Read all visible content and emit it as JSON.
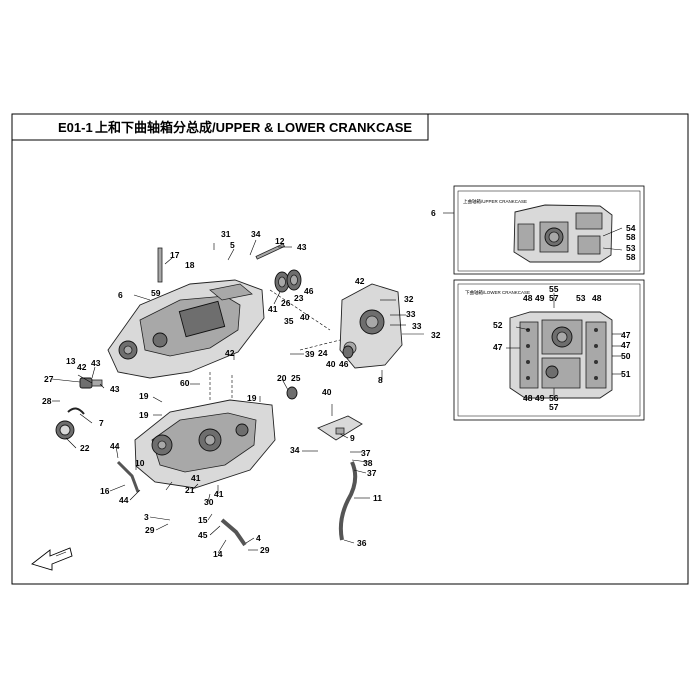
{
  "header": {
    "code": "E01-1",
    "title": "上和下曲轴箱分总成/UPPER & LOWER CRANKCASE"
  },
  "insets": {
    "upper": {
      "caption": "上曲轴箱/UPPER CRANKCASE"
    },
    "lower": {
      "caption": "下曲轴箱/LOWER CRANKCASE"
    }
  },
  "callouts": [
    {
      "id": "c6top",
      "label": "6"
    },
    {
      "id": "c54",
      "label": "54"
    },
    {
      "id": "c58a",
      "label": "58"
    },
    {
      "id": "c53a",
      "label": "53"
    },
    {
      "id": "c58b",
      "label": "58"
    },
    {
      "id": "c55",
      "label": "55"
    },
    {
      "id": "c57a",
      "label": "57"
    },
    {
      "id": "c48a",
      "label": "48"
    },
    {
      "id": "c49a",
      "label": "49"
    },
    {
      "id": "c53b",
      "label": "53"
    },
    {
      "id": "c48b",
      "label": "48"
    },
    {
      "id": "c52",
      "label": "52"
    },
    {
      "id": "c47a",
      "label": "47"
    },
    {
      "id": "c47b",
      "label": "47"
    },
    {
      "id": "c47c",
      "label": "47"
    },
    {
      "id": "c50",
      "label": "50"
    },
    {
      "id": "c51",
      "label": "51"
    },
    {
      "id": "c48c",
      "label": "48"
    },
    {
      "id": "c49b",
      "label": "49"
    },
    {
      "id": "c56",
      "label": "56"
    },
    {
      "id": "c57b",
      "label": "57"
    },
    {
      "id": "c31",
      "label": "31"
    },
    {
      "id": "c34a",
      "label": "34"
    },
    {
      "id": "c5",
      "label": "5"
    },
    {
      "id": "c12",
      "label": "12"
    },
    {
      "id": "c43a",
      "label": "43"
    },
    {
      "id": "c17",
      "label": "17"
    },
    {
      "id": "c18",
      "label": "18"
    },
    {
      "id": "c6b",
      "label": "6"
    },
    {
      "id": "c59",
      "label": "59"
    },
    {
      "id": "c41a",
      "label": "41"
    },
    {
      "id": "c26",
      "label": "26"
    },
    {
      "id": "c23",
      "label": "23"
    },
    {
      "id": "c46a",
      "label": "46"
    },
    {
      "id": "c42a",
      "label": "42"
    },
    {
      "id": "c32a",
      "label": "32"
    },
    {
      "id": "c33a",
      "label": "33"
    },
    {
      "id": "c33b",
      "label": "33"
    },
    {
      "id": "c32b",
      "label": "32"
    },
    {
      "id": "c35",
      "label": "35"
    },
    {
      "id": "c40a",
      "label": "40"
    },
    {
      "id": "c39",
      "label": "39"
    },
    {
      "id": "c24",
      "label": "24"
    },
    {
      "id": "c40b",
      "label": "40"
    },
    {
      "id": "c46b",
      "label": "46"
    },
    {
      "id": "c8",
      "label": "8"
    },
    {
      "id": "c42b",
      "label": "42"
    },
    {
      "id": "c13",
      "label": "13"
    },
    {
      "id": "c42c",
      "label": "42"
    },
    {
      "id": "c43b",
      "label": "43"
    },
    {
      "id": "c27",
      "label": "27"
    },
    {
      "id": "c43c",
      "label": "43"
    },
    {
      "id": "c28",
      "label": "28"
    },
    {
      "id": "c7",
      "label": "7"
    },
    {
      "id": "c22",
      "label": "22"
    },
    {
      "id": "c60",
      "label": "60"
    },
    {
      "id": "c19a",
      "label": "19"
    },
    {
      "id": "c19b",
      "label": "19"
    },
    {
      "id": "c19c",
      "label": "19"
    },
    {
      "id": "c20",
      "label": "20"
    },
    {
      "id": "c25",
      "label": "25"
    },
    {
      "id": "c40c",
      "label": "40"
    },
    {
      "id": "c9",
      "label": "9"
    },
    {
      "id": "c34b",
      "label": "34"
    },
    {
      "id": "c38",
      "label": "38"
    },
    {
      "id": "c37a",
      "label": "37"
    },
    {
      "id": "c37b",
      "label": "37"
    },
    {
      "id": "c11",
      "label": "11"
    },
    {
      "id": "c36",
      "label": "36"
    },
    {
      "id": "c44a",
      "label": "44"
    },
    {
      "id": "c10",
      "label": "10"
    },
    {
      "id": "c16",
      "label": "16"
    },
    {
      "id": "c44b",
      "label": "44"
    },
    {
      "id": "c21",
      "label": "21"
    },
    {
      "id": "c41b",
      "label": "41"
    },
    {
      "id": "c41c",
      "label": "41"
    },
    {
      "id": "c30",
      "label": "30"
    },
    {
      "id": "c3",
      "label": "3"
    },
    {
      "id": "c29a",
      "label": "29"
    },
    {
      "id": "c15",
      "label": "15"
    },
    {
      "id": "c45",
      "label": "45"
    },
    {
      "id": "c14",
      "label": "14"
    },
    {
      "id": "c4",
      "label": "4"
    },
    {
      "id": "c29b",
      "label": "29"
    }
  ]
}
